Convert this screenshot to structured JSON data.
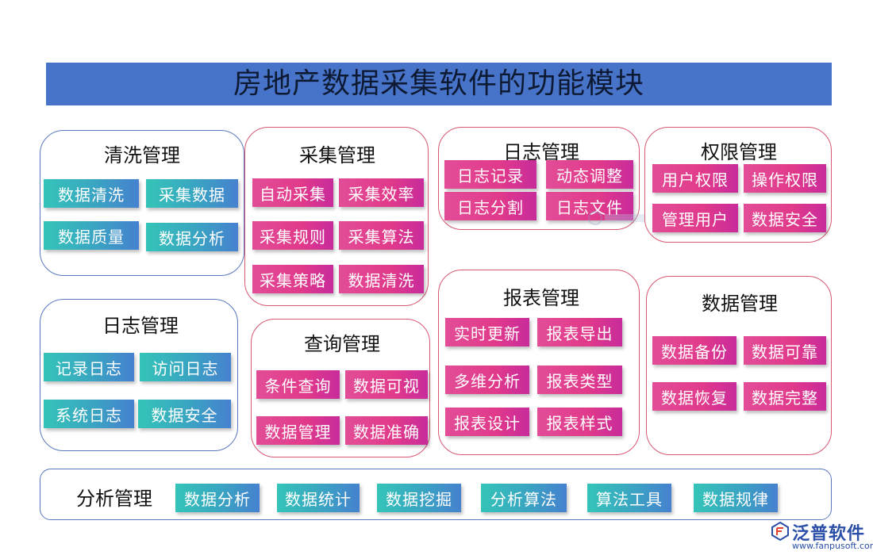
{
  "title": "房地产数据采集软件的功能模块",
  "colors": {
    "title_bg": "#4774c9",
    "blue_border": "#5a78c0",
    "red_border": "#d65872",
    "teal": "#34c4b8",
    "pink": "#e13a8b"
  },
  "panels": {
    "cleaning": {
      "title": "清洗管理",
      "items": [
        "数据清洗",
        "采集数据",
        "数据质量",
        "数据分析"
      ]
    },
    "collection": {
      "title": "采集管理",
      "items": [
        "自动采集",
        "采集效率",
        "采集规则",
        "采集算法",
        "采集策略",
        "数据清洗"
      ]
    },
    "log_top": {
      "title": "日志管理",
      "items": [
        "日志记录",
        "动态调整",
        "日志分割",
        "日志文件"
      ]
    },
    "permission": {
      "title": "权限管理",
      "items": [
        "用户权限",
        "操作权限",
        "管理用户",
        "数据安全"
      ]
    },
    "log_left": {
      "title": "日志管理",
      "items": [
        "记录日志",
        "访问日志",
        "系统日志",
        "数据安全"
      ]
    },
    "query": {
      "title": "查询管理",
      "items": [
        "条件查询",
        "数据可视",
        "数据管理",
        "数据准确"
      ]
    },
    "report": {
      "title": "报表管理",
      "items": [
        "实时更新",
        "报表导出",
        "多维分析",
        "报表类型",
        "报表设计",
        "报表样式"
      ]
    },
    "data": {
      "title": "数据管理",
      "items": [
        "数据备份",
        "数据可靠",
        "数据恢复",
        "数据完整"
      ]
    },
    "analysis": {
      "title": "分析管理",
      "items": [
        "数据分析",
        "数据统计",
        "数据挖掘",
        "分析算法",
        "算法工具",
        "数据规律"
      ]
    }
  },
  "brand": {
    "name": "泛普软件",
    "url": "www.fanpusoft.com",
    "icon": "fanpu-logo-icon"
  }
}
